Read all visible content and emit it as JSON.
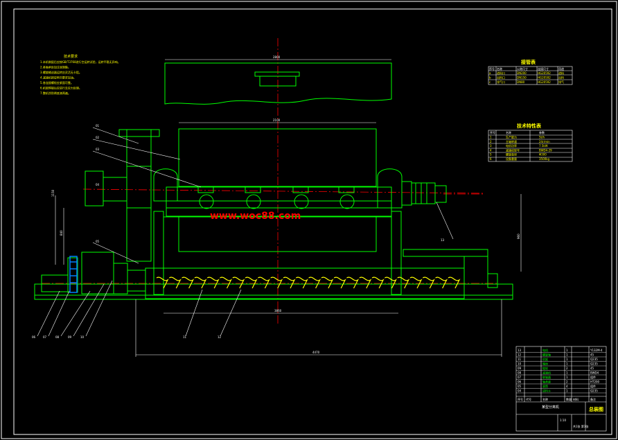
{
  "colors": {
    "background": "#000000",
    "frame": "#ffffff",
    "outline": "#00ff00",
    "centerline": "#ff0000",
    "notes": "#ffff00",
    "dimension": "#00ffff",
    "watermark": "#ff0000",
    "screw": "#ffff00",
    "auger_flight": "#ffff00"
  },
  "watermark": "www.woc88.com",
  "notes": {
    "title": "技术要求",
    "lines": [
      "1.本机装配后应按GB/T3768进行空运转试验，运转平稳无异响。",
      "2.各轴承处加注润滑脂。",
      "3.螺旋输送器运转应灵活无卡阻。",
      "4.减速机按说明书要求加油。",
      "5.各连接螺栓应紧固可靠。",
      "6.机架焊接后应进行去应力处理。",
      "7.整机涂防锈底漆两遍。"
    ]
  },
  "param_table": {
    "title": "接管表",
    "header": [
      "序号",
      "名称",
      "公称尺寸",
      "连接尺寸",
      "用途"
    ],
    "rows": [
      [
        "a",
        "进料口",
        "DN200",
        "HG20592",
        "进料"
      ],
      [
        "b",
        "出料口",
        "DN150",
        "HG20592",
        "出料"
      ],
      [
        "c",
        "排气口",
        "DN80",
        "HG20592",
        "排气"
      ]
    ]
  },
  "tech_table": {
    "title": "技术特性表",
    "header": [
      "序号",
      "名称",
      "参数"
    ],
    "rows": [
      [
        "1",
        "生产能力",
        "5t/h"
      ],
      [
        "2",
        "主轴转速",
        "24r/min"
      ],
      [
        "3",
        "电机功率",
        "7.5kW"
      ],
      [
        "4",
        "减速机型号",
        "BWD4-29"
      ],
      [
        "5",
        "螺旋直径",
        "Φ300"
      ],
      [
        "6",
        "设备重量",
        "3500kg"
      ]
    ]
  },
  "dimensions": {
    "top_width": "2100",
    "top_overall": "2800",
    "mid_length": "3860",
    "bottom_length": "4470",
    "left_height": "1150",
    "left_inner": "840",
    "right_height": "960"
  },
  "callouts": [
    "01",
    "02",
    "03",
    "04",
    "05",
    "06",
    "07",
    "08",
    "09",
    "10",
    "11",
    "12",
    "13"
  ],
  "title_block": {
    "drawing_name": "总装图",
    "machine_name": "某型分离机",
    "parts": [
      [
        "13",
        "电机",
        "1",
        "Y132M-4"
      ],
      [
        "12",
        "螺旋轴",
        "1",
        "45"
      ],
      [
        "11",
        "机架",
        "1",
        "Q235"
      ],
      [
        "10",
        "箱体",
        "1",
        "Q235"
      ],
      [
        "09",
        "链轮",
        "2",
        "45"
      ],
      [
        "08",
        "减速机",
        "1",
        "BWD4"
      ],
      [
        "07",
        "联轴器",
        "1",
        "组件"
      ],
      [
        "06",
        "轴承座",
        "2",
        "HT200"
      ],
      [
        "05",
        "滚筒",
        "4",
        "组件"
      ],
      [
        "04",
        "进料斗",
        "1",
        "Q235"
      ]
    ],
    "header": [
      "序号",
      "代号",
      "名称",
      "数量",
      "材料",
      "备注"
    ],
    "scale": "1:10",
    "sheet": "共1张 第1张"
  }
}
